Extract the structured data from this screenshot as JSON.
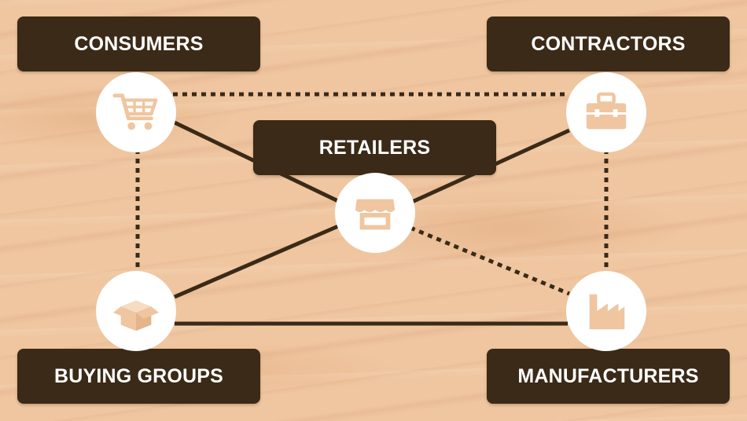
{
  "diagram": {
    "nodes": [
      {
        "id": "consumers",
        "label": "CONSUMERS",
        "icon": "shopping-cart-icon"
      },
      {
        "id": "contractors",
        "label": "CONTRACTORS",
        "icon": "toolbox-icon"
      },
      {
        "id": "retailers",
        "label": "RETAILERS",
        "icon": "storefront-icon"
      },
      {
        "id": "buying_groups",
        "label": "BUYING GROUPS",
        "icon": "open-box-icon"
      },
      {
        "id": "manufacturers",
        "label": "MANUFACTURERS",
        "icon": "factory-icon"
      }
    ],
    "edges": [
      {
        "from": "consumers",
        "to": "contractors",
        "style": "dotted"
      },
      {
        "from": "consumers",
        "to": "buying_groups",
        "style": "dotted"
      },
      {
        "from": "contractors",
        "to": "manufacturers",
        "style": "dotted"
      },
      {
        "from": "consumers",
        "to": "retailers",
        "style": "solid"
      },
      {
        "from": "contractors",
        "to": "retailers",
        "style": "solid"
      },
      {
        "from": "buying_groups",
        "to": "retailers",
        "style": "solid"
      },
      {
        "from": "retailers",
        "to": "manufacturers",
        "style": "dotted"
      },
      {
        "from": "buying_groups",
        "to": "manufacturers",
        "style": "solid"
      }
    ],
    "colors": {
      "label_bg": "#3a2a17",
      "line": "#3a2a17",
      "node_bg": "#ffffff",
      "background": "#efc6a0"
    }
  }
}
